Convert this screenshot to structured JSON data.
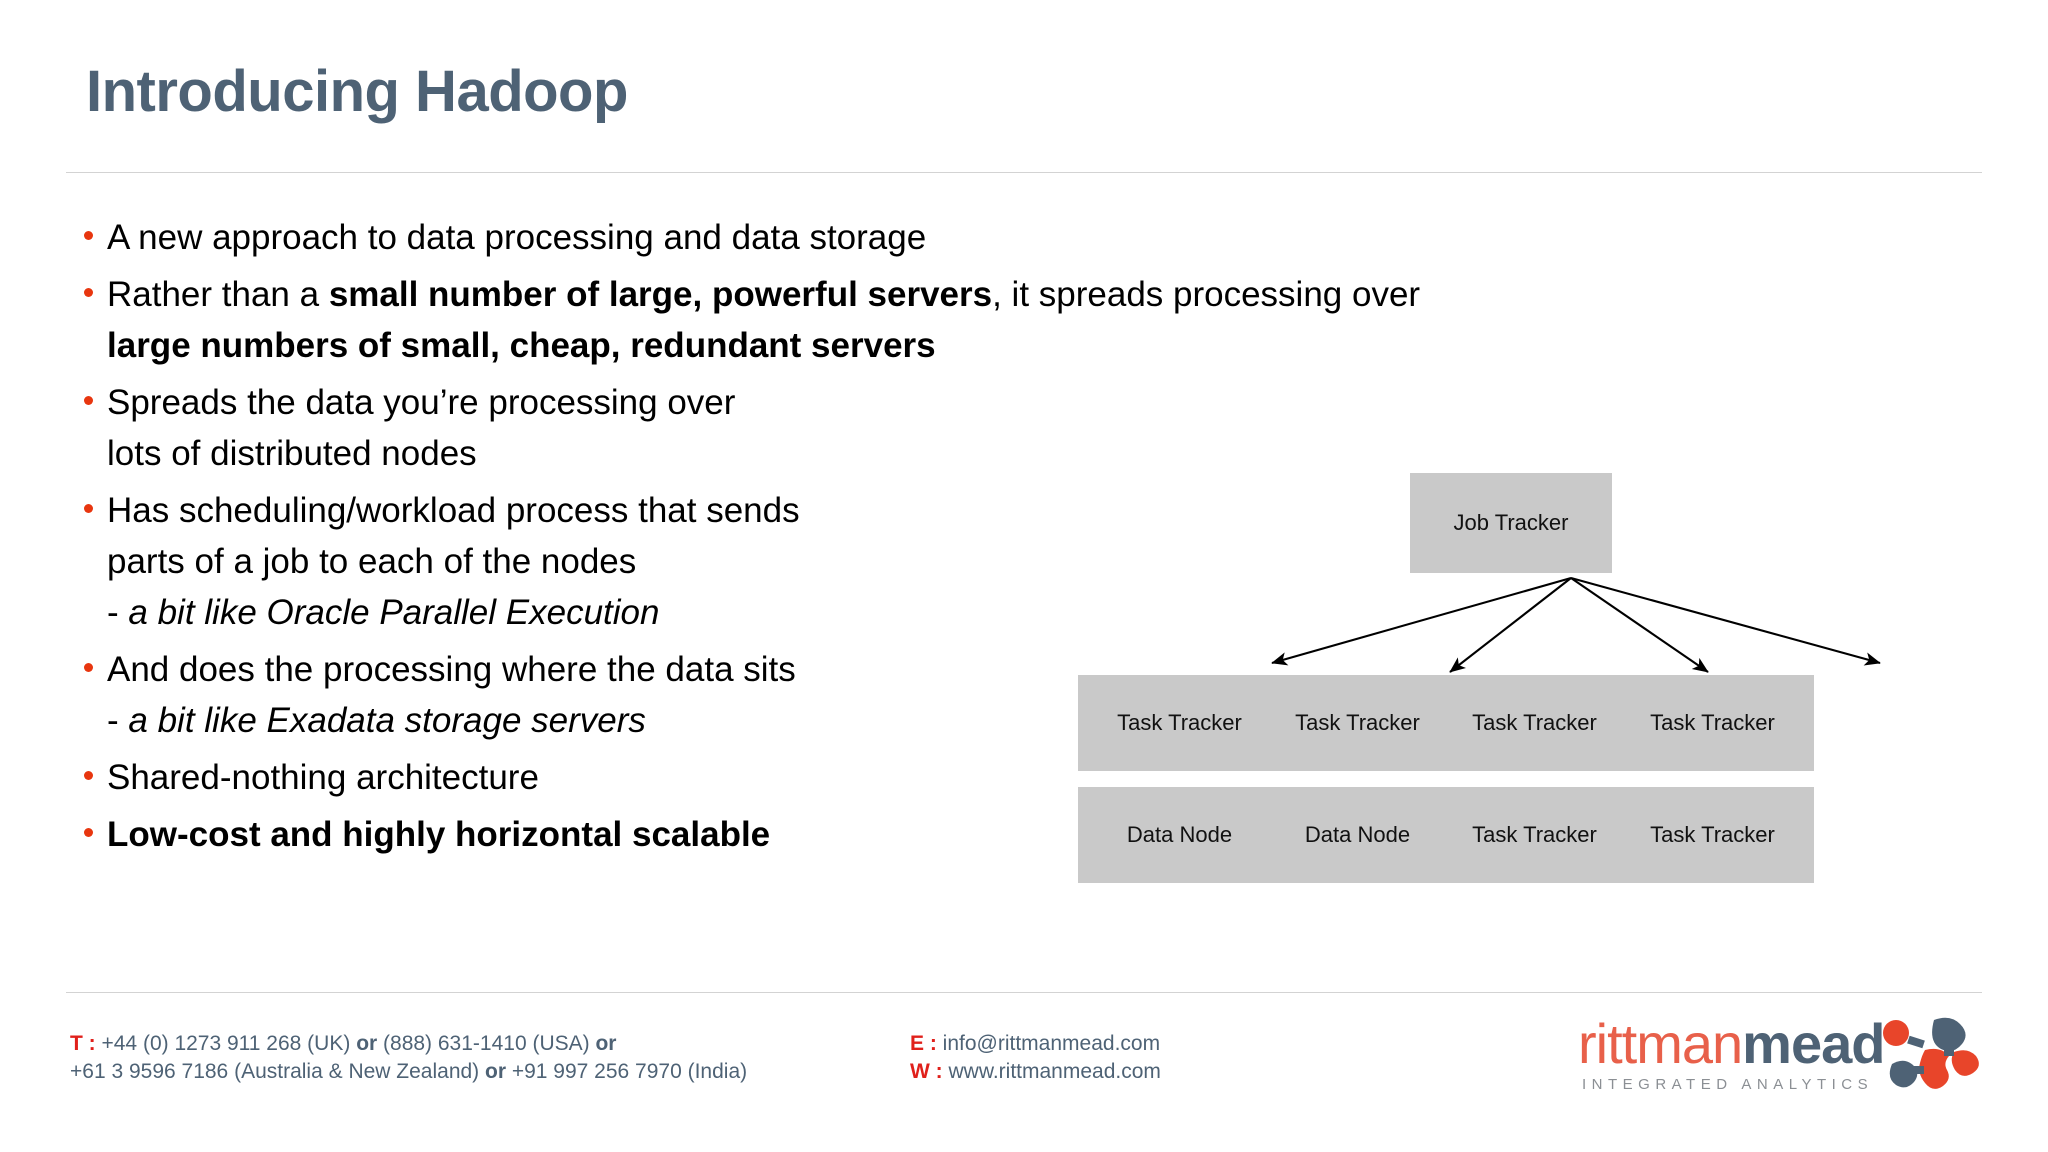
{
  "slide": {
    "title": "Introducing Hadoop",
    "bullets": [
      {
        "lines": [
          {
            "text": "A new approach to data processing and data storage",
            "style": "normal"
          }
        ]
      },
      {
        "lines": [
          {
            "text": "Rather than a ",
            "bold_text": "small number of large, powerful servers",
            "tail_text": ", it spreads processing over",
            "style": "mixed"
          },
          {
            "text": "large numbers of small, cheap, redundant servers",
            "style": "bold"
          }
        ]
      },
      {
        "lines": [
          {
            "text": "Spreads the data you’re processing over",
            "style": "normal"
          },
          {
            "text": "lots of distributed nodes",
            "style": "normal"
          }
        ]
      },
      {
        "lines": [
          {
            "text": "Has scheduling/workload process that sends",
            "style": "normal"
          },
          {
            "text": "parts of a job to each of the nodes",
            "style": "normal"
          },
          {
            "dash": "- ",
            "text": "a bit like Oracle Parallel Execution",
            "style": "italic"
          }
        ]
      },
      {
        "lines": [
          {
            "text": "And does the processing where the data sits",
            "style": "normal"
          },
          {
            "dash": "- ",
            "text": "a bit like Exadata storage servers",
            "style": "italic"
          }
        ]
      },
      {
        "lines": [
          {
            "text": "Shared-nothing architecture",
            "style": "normal"
          }
        ]
      },
      {
        "lines": [
          {
            "text": "Low-cost and highly horizontal scalable",
            "style": "bold"
          }
        ]
      }
    ]
  },
  "diagram": {
    "title": "Hadoop Job Tracker / Task Tracker topology",
    "root": {
      "label": "Job Tracker"
    },
    "task_row": [
      {
        "label": "Task Tracker"
      },
      {
        "label": "Task Tracker"
      },
      {
        "label": "Task Tracker"
      },
      {
        "label": "Task Tracker"
      }
    ],
    "node_row": [
      {
        "label": "Data Node"
      },
      {
        "label": "Data Node"
      },
      {
        "label": "Task Tracker"
      },
      {
        "label": "Task Tracker"
      }
    ],
    "box_fill": "#c9c9c9",
    "arrow_color": "#000000"
  },
  "footer": {
    "phone_label": "T :",
    "phone_line1_a": " +44 (0) 1273 911 268 (UK) ",
    "phone_line1_or1": "or",
    "phone_line1_b": " (888) 631-1410 (USA) ",
    "phone_line1_or2": "or",
    "phone_line2_a": "+61 3 9596 7186 (Australia & New Zealand) ",
    "phone_line2_or": "or",
    "phone_line2_b": " +91 997 256 7970 (India)",
    "email_label": "E :",
    "email_value": " info@rittmanmead.com",
    "web_label": "W :",
    "web_value": " www.rittmanmead.com"
  },
  "logo": {
    "word_first": "rittman",
    "word_second": "mead",
    "tagline": "INTEGRATED ANALYTICS",
    "color_first": "#e8604a",
    "color_second": "#4e6275",
    "color_tagline": "#8b8f94"
  },
  "theme": {
    "title_color": "#4e6275",
    "bullet_color": "#e8360f",
    "rule_color": "#d3d3d3",
    "accent_red": "#e0201b"
  }
}
